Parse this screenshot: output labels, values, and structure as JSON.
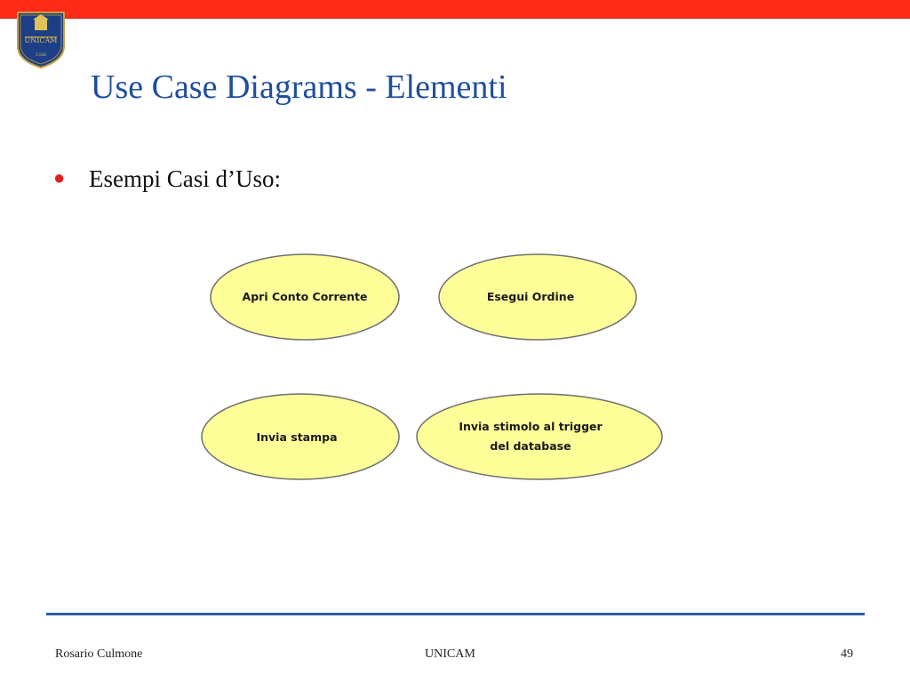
{
  "slide": {
    "title": "Use Case Diagrams - Elementi",
    "bullet": "Esempi Casi d’Uso:"
  },
  "logo": {
    "text": "UNICAM",
    "year": "1336"
  },
  "diagram": {
    "use_cases": [
      {
        "lines": [
          "Apri Conto Corrente"
        ]
      },
      {
        "lines": [
          "Esegui Ordine"
        ]
      },
      {
        "lines": [
          "Invia stampa"
        ]
      },
      {
        "lines": [
          "Invia stimolo al trigger",
          "del database"
        ]
      }
    ]
  },
  "footer": {
    "author": "Rosario Culmone",
    "center": "UNICAM",
    "page_number": "49"
  },
  "colors": {
    "title": "#1f4f9c",
    "top_bar": "#ff2a16",
    "bullet": "#e0201a",
    "use_case_fill": "#ffff9a",
    "footer_line": "#2e5da8"
  }
}
